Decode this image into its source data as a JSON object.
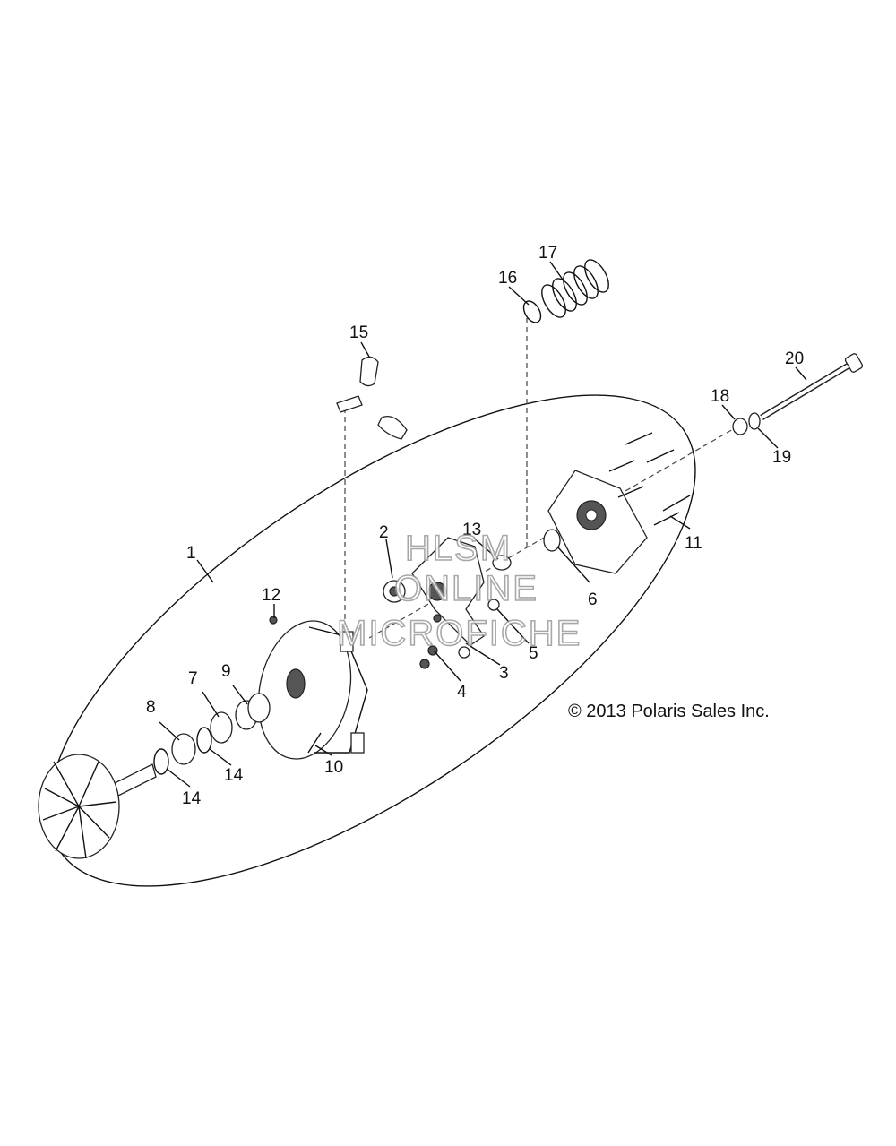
{
  "copyright": "© 2013 Polaris Sales Inc.",
  "watermark": {
    "line1": "HLSM",
    "line2": "ONLINE",
    "line3": "MICROFICHE"
  },
  "callouts": {
    "c1": "1",
    "c2": "2",
    "c3": "3",
    "c4": "4",
    "c5": "5",
    "c6": "6",
    "c7": "7",
    "c8": "8",
    "c9": "9",
    "c10": "10",
    "c11": "11",
    "c12": "12",
    "c13": "13",
    "c14a": "14",
    "c14b": "14",
    "c15": "15",
    "c16": "16",
    "c17": "17",
    "c18": "18",
    "c19": "19",
    "c20": "20"
  }
}
